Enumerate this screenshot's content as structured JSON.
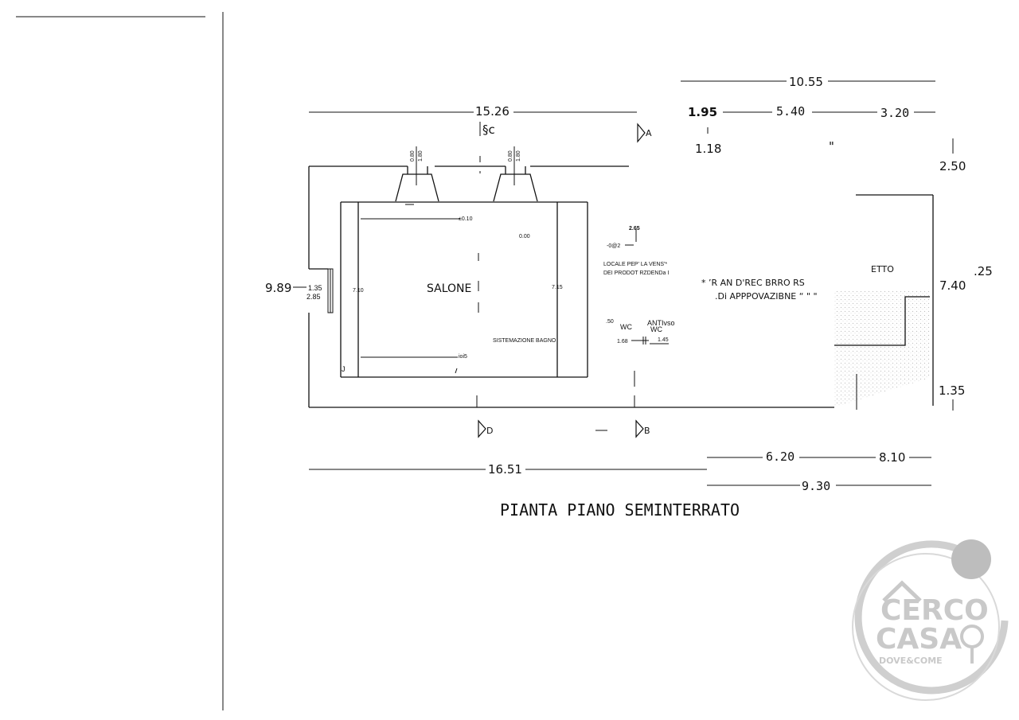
{
  "drawing": {
    "title": "PIANTA PIANO SEMINTERRATO",
    "dimensions": {
      "top_right_total": "10.55",
      "top_left_total": "15.26",
      "top_right_a": "1.95",
      "top_right_b": "5.40",
      "top_right_c": "3.20",
      "small_a": "1.18",
      "quote": "\"",
      "right_a": "2.50",
      "right_b": "7.40",
      "right_c": ".25",
      "right_d": "1.35",
      "left_total": "9.89",
      "left_a": "1.35",
      "left_b": "2.85",
      "window_1a": "0.80",
      "window_1b": "1.80",
      "window_2a": "0.80",
      "window_2b": "1.80",
      "bottom_total": "16.51",
      "bottom_a": "6.20",
      "bottom_b": "8.10",
      "bottom_c": "9.30",
      "inner_left": "7.10",
      "inner_right": "7.15",
      "level_a": "±0.10",
      "level_b": "0.00",
      "level_c": "2.65",
      "level_d": "-0@2",
      "wc_a": ".50",
      "wc_b": "1.68",
      "wc_c": "1.45",
      "bottom_mark": "ioi5"
    },
    "sections": {
      "c": "§c",
      "a": "A",
      "d": "D",
      "b": "B"
    },
    "rooms": {
      "salone": "SALONE",
      "wc_1": "WC",
      "wc_2": "WC",
      "antivso": "ANTIvso",
      "sistemazione": "SISTEMAZIONE BAGNO",
      "j_mark": "J"
    },
    "notes": {
      "locale_line1": "LOCALE PEP' LA VENS'*",
      "locale_line2": "DEI PRODOT   RZDENDa I",
      "ver_line1": "*   ’R AN    D'REC BRRO       RS",
      "ver_line2": ".Di  APPPOVAZIBNE “ \" \"",
      "etto": "ETTO"
    }
  },
  "watermark": {
    "line1": "CERCO",
    "line2": "CASA",
    "line3": "DOVE&COME",
    "color": "#c9c9c9"
  }
}
